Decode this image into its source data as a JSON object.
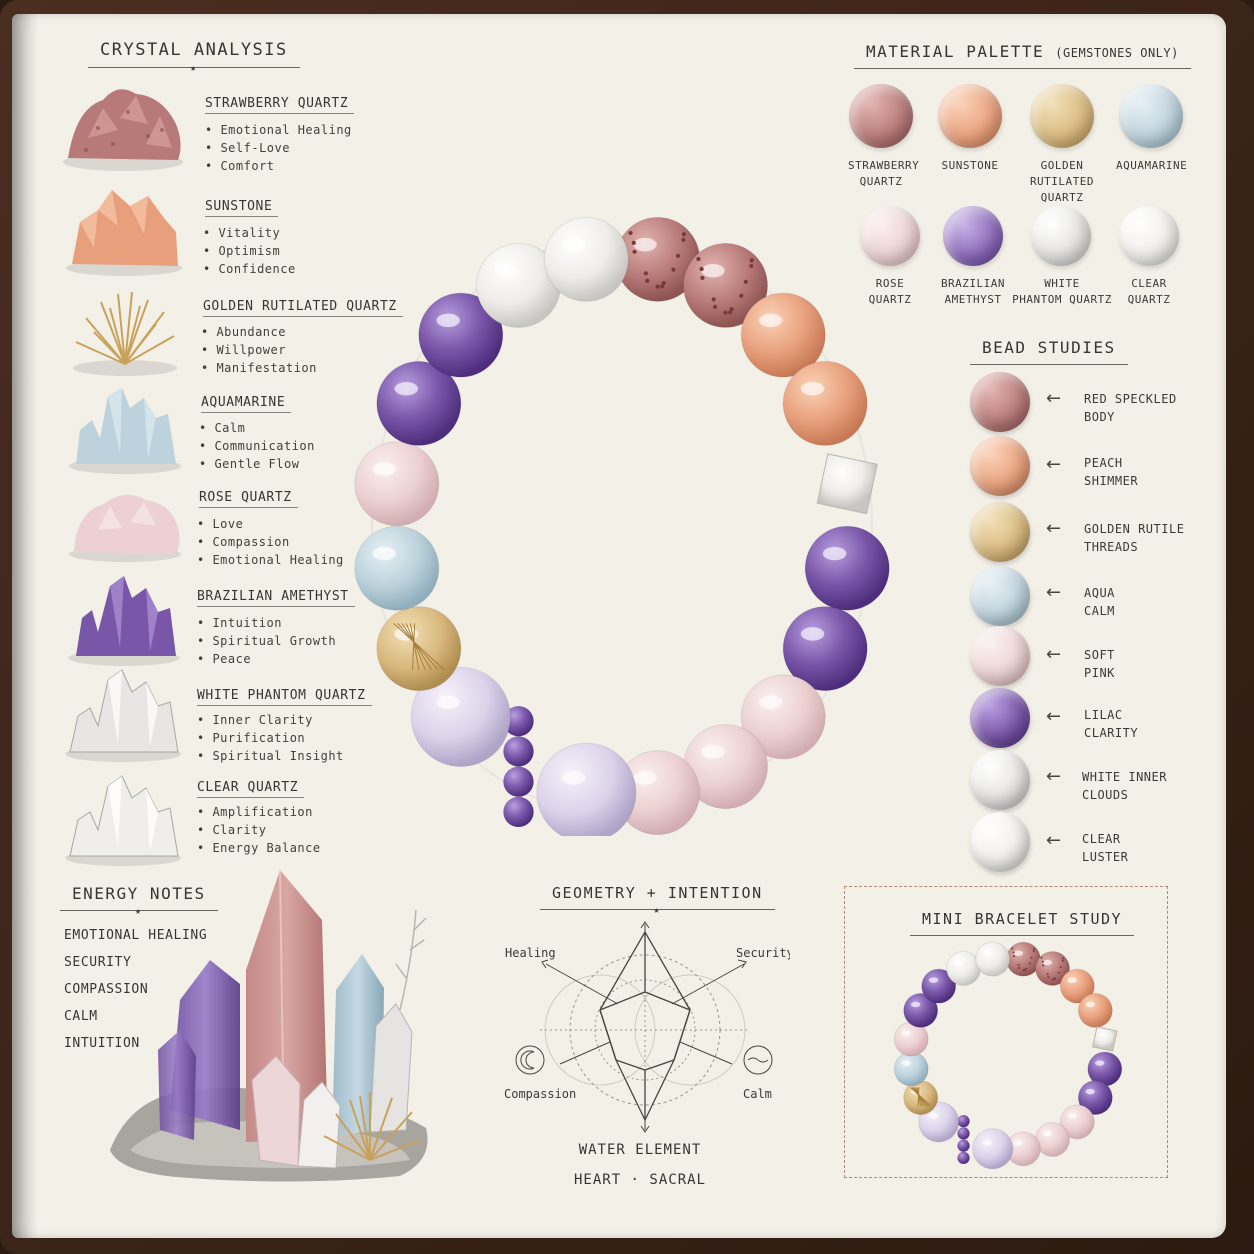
{
  "colors": {
    "strawberry": "#b77a78",
    "sunstone": "#e8a07c",
    "golden": "#d9b97e",
    "aquamarine": "#bcd2dc",
    "rose": "#ecd0d2",
    "amethyst": "#7a56a8",
    "white_phantom": "#e4e2e0",
    "clear": "#f0eeea",
    "ink": "#3a3430"
  },
  "crystal_analysis": {
    "title": "CRYSTAL ANALYSIS",
    "items": [
      {
        "name": "STRAWBERRY QUARTZ",
        "traits": [
          "Emotional Healing",
          "Self-Love",
          "Comfort"
        ],
        "icon": "strawberry-quartz-cluster-icon"
      },
      {
        "name": "SUNSTONE",
        "traits": [
          "Vitality",
          "Optimism",
          "Confidence"
        ],
        "icon": "sunstone-cluster-icon"
      },
      {
        "name": "GOLDEN RUTILATED QUARTZ",
        "traits": [
          "Abundance",
          "Willpower",
          "Manifestation"
        ],
        "icon": "rutile-needles-icon"
      },
      {
        "name": "AQUAMARINE",
        "traits": [
          "Calm",
          "Communication",
          "Gentle Flow"
        ],
        "icon": "aquamarine-cluster-icon"
      },
      {
        "name": "ROSE QUARTZ",
        "traits": [
          "Love",
          "Compassion",
          "Emotional Healing"
        ],
        "icon": "rose-quartz-cluster-icon"
      },
      {
        "name": "BRAZILIAN AMETHYST",
        "traits": [
          "Intuition",
          "Spiritual Growth",
          "Peace"
        ],
        "icon": "amethyst-cluster-icon"
      },
      {
        "name": "WHITE PHANTOM QUARTZ",
        "traits": [
          "Inner Clarity",
          "Purification",
          "Spiritual Insight"
        ],
        "icon": "white-phantom-cluster-icon"
      },
      {
        "name": "CLEAR QUARTZ",
        "traits": [
          "Amplification",
          "Clarity",
          "Energy Balance"
        ],
        "icon": "clear-quartz-cluster-icon"
      }
    ]
  },
  "material_palette": {
    "title": "MATERIAL PALETTE",
    "subtitle": "(GEMSTONES ONLY)",
    "swatches": [
      {
        "label": "STRAWBERRY\nQUARTZ",
        "color": "#b77a78"
      },
      {
        "label": "SUNSTONE",
        "color": "#e8a07c"
      },
      {
        "label": "GOLDEN\nRUTILATED QUARTZ",
        "color": "#d9b97e"
      },
      {
        "label": "AQUAMARINE",
        "color": "#bcd2dc"
      },
      {
        "label": "ROSE\nQUARTZ",
        "color": "#ecd0d2"
      },
      {
        "label": "BRAZILIAN\nAMETHYST",
        "color": "#8a68b8"
      },
      {
        "label": "WHITE\nPHANTOM QUARTZ",
        "color": "#e2e0de"
      },
      {
        "label": "CLEAR\nQUARTZ",
        "color": "#efede9"
      }
    ]
  },
  "bead_studies": {
    "title": "BEAD STUDIES",
    "items": [
      {
        "label": "RED SPECKLED\nBODY",
        "color": "#b77a78"
      },
      {
        "label": "PEACH\nSHIMMER",
        "color": "#e8a07c"
      },
      {
        "label": "GOLDEN RUTILE\nTHREADS",
        "color": "#d9b97e"
      },
      {
        "label": "AQUA\nCALM",
        "color": "#bcd2dc"
      },
      {
        "label": "SOFT\nPINK",
        "color": "#ecd0d2"
      },
      {
        "label": "LILAC\nCLARITY",
        "color": "#7a56a8"
      },
      {
        "label": "WHITE INNER\nCLOUDS",
        "color": "#e2e0de"
      },
      {
        "label": "CLEAR\nLUSTER",
        "color": "#efede9"
      }
    ],
    "arrow": "←"
  },
  "energy_notes": {
    "title": "ENERGY NOTES",
    "items": [
      "EMOTIONAL HEALING",
      "SECURITY",
      "COMPASSION",
      "CALM",
      "INTUITION"
    ]
  },
  "geometry": {
    "title": "GEOMETRY + INTENTION",
    "labels": {
      "top_left": "Healing",
      "top_right": "Security",
      "bottom_left": "Compassion",
      "bottom_right": "Calm"
    },
    "caption_1": "WATER ELEMENT",
    "caption_2": "HEART · SACRAL"
  },
  "mini_study": {
    "title": "MINI BRACELET STUDY"
  },
  "bracelet": {
    "bead_sequence": [
      "strawberry",
      "strawberry",
      "sunstone",
      "sunstone",
      "clear-cube",
      "amethyst",
      "amethyst",
      "rose",
      "rose",
      "rose",
      "white-phantom",
      "amethyst-spacers",
      "white-phantom",
      "golden",
      "aquamarine",
      "rose",
      "amethyst",
      "amethyst",
      "clear",
      "clear"
    ]
  }
}
